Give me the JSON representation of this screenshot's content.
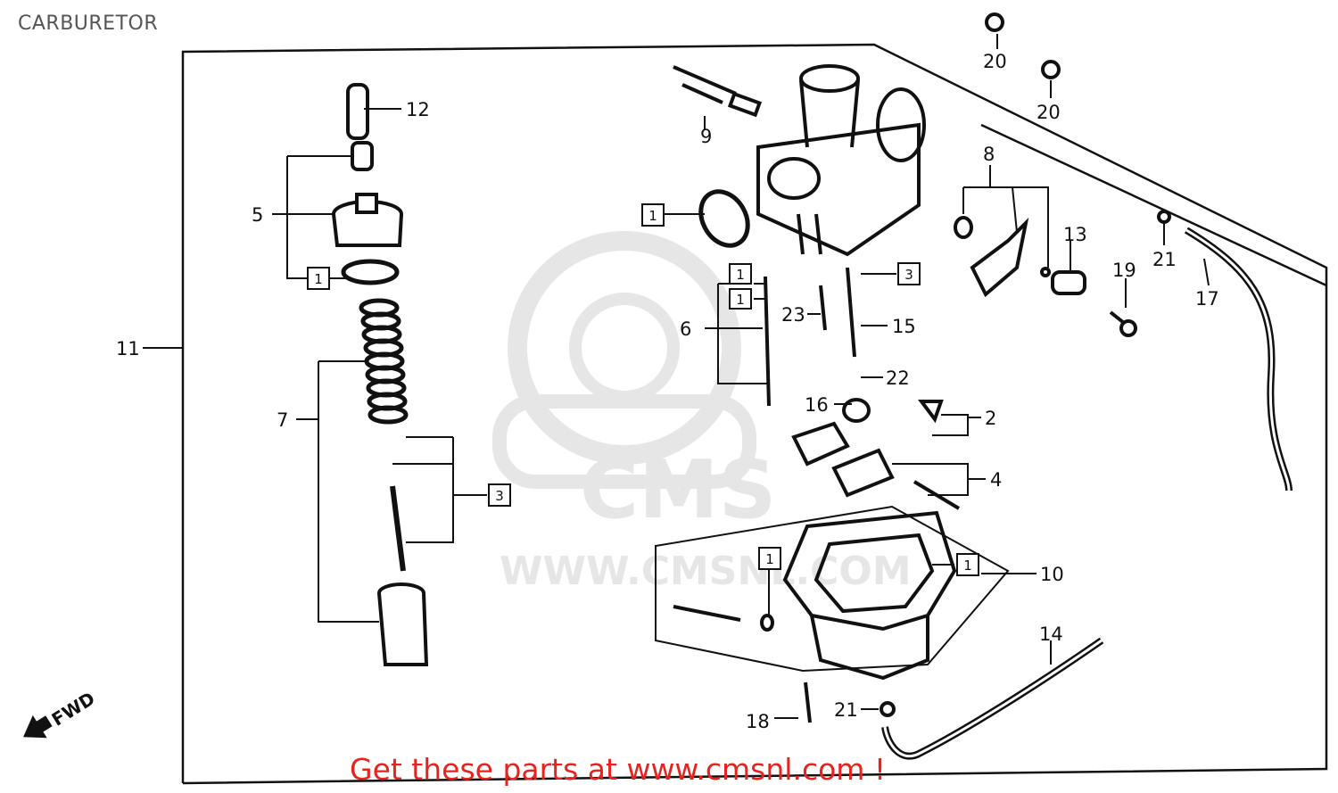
{
  "title": "CARBURETOR",
  "footer": "Get these parts at www.cmsnl.com !",
  "watermark": {
    "logo": "CMS",
    "url": "WWW.CMSNL.COM"
  },
  "fwd_label": "FWD",
  "part_labels": {
    "p2": "2",
    "p4": "4",
    "p5": "5",
    "p6": "6",
    "p7": "7",
    "p8": "8",
    "p9": "9",
    "p10": "10",
    "p11": "11",
    "p12": "12",
    "p13": "13",
    "p14": "14",
    "p15": "15",
    "p16": "16",
    "p17": "17",
    "p18": "18",
    "p19": "19",
    "p20a": "20",
    "p20b": "20",
    "p21a": "21",
    "p21b": "21",
    "p22": "22",
    "p23": "23"
  },
  "kit_labels": {
    "k1a": "1",
    "k1b": "1",
    "k1c": "1",
    "k1d": "1",
    "k1e": "1",
    "k1f": "1",
    "k3a": "3",
    "k3b": "3"
  },
  "colors": {
    "ink": "#111111",
    "watermark": "#e6e6e6",
    "footer": "#e8231e",
    "title": "#555555"
  }
}
